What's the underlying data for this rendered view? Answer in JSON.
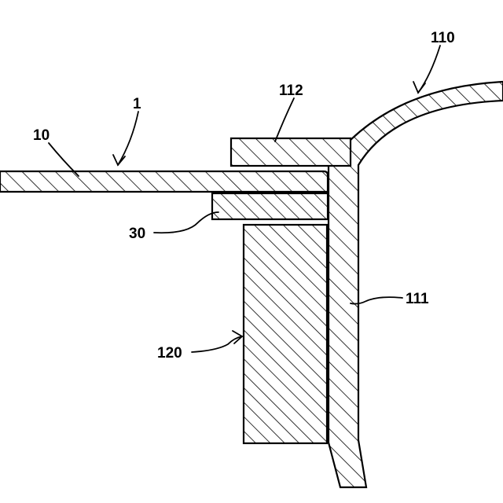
{
  "labels": {
    "l1": "1",
    "l10": "10",
    "l30": "30",
    "l110": "110",
    "l111": "111",
    "l112": "112",
    "l120": "120"
  },
  "colors": {
    "line": "#000000",
    "background": "#ffffff"
  }
}
